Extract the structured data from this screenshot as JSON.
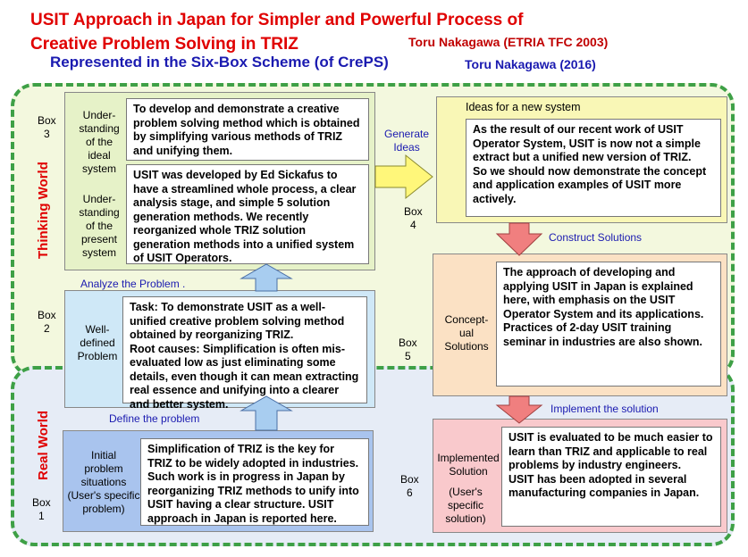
{
  "header": {
    "title_line1": "USIT Approach in Japan for Simpler and Powerful Process of",
    "title_line2": "Creative Problem Solving in TRIZ",
    "author_line1": "Toru Nakagawa (ETRIA TFC 2003)",
    "subtitle": "Represented in the Six-Box Scheme (of CrePS)",
    "author_line2": "Toru Nakagawa (2016)"
  },
  "worlds": {
    "thinking": "Thinking World",
    "real": "Real World"
  },
  "box3": {
    "label": "Box\n3",
    "ideal_side": "Under-\nstanding\nof the\nideal\nsystem",
    "ideal_text": "To develop and demonstrate a creative problem solving method which is obtained by simplifying various methods of TRIZ and unifying them.",
    "present_side": "Under-\nstanding\nof the\npresent\nsystem",
    "present_text": "USIT was developed by Ed Sickafus to have a streamlined whole process, a clear analysis stage, and simple 5 solution generation methods.  We recently reorganized whole TRIZ solution generation methods into a unified system of USIT Operators."
  },
  "box2": {
    "label": "Box\n2",
    "side": "Well-\ndefined\nProblem",
    "text": "Task: To demonstrate USIT as  a well-unified creative problem solving method obtained by reorganizing TRIZ.\nRoot causes: Simplification is often mis-evaluated low as just eliminating some details, even though it can mean extracting real essence and unifying into a clearer and better system."
  },
  "box1": {
    "label": "Box\n1",
    "side": "Initial\nproblem\nsituations\n(User's specific\nproblem)",
    "text": "Simplification of TRIZ is the key for TRIZ to be widely adopted in industries.\nSuch work is in progress in Japan by reorganizing TRIZ methods to unify into USIT having a clear structure.  USIT approach in Japan is reported here."
  },
  "box4": {
    "label": "Box\n4",
    "header": "Ideas for a new system",
    "text": "As the result of our recent work of USIT Operator System, USIT is now not a simple extract but a unified new version of TRIZ.\nSo we should now demonstrate the concept and application examples of USIT more actively."
  },
  "box5": {
    "label": "Box\n5",
    "side": "Concept-\nual\nSolutions",
    "text": "The approach of developing and applying USIT in Japan is explained here, with emphasis on the USIT Operator System and its applications.\nPractices of 2-day USIT training seminar in industries are also shown."
  },
  "box6": {
    "label": "Box\n6",
    "side": "Implemented\nSolution",
    "side2": "(User's\nspecific\nsolution)",
    "text": "USIT is evaluated to be much easier to learn than TRIZ and applicable to real problems by industry engineers.\nUSIT has been adopted in several manufacturing companies in Japan."
  },
  "steps": {
    "define": "Define the problem",
    "analyze": "Analyze the Problem .",
    "generate": "Generate\nIdeas",
    "construct": "Construct Solutions",
    "implement": "Implement  the solution"
  },
  "colors": {
    "thinking_zone": "#f3f8de",
    "real_zone": "#e6ecf6",
    "zone_border": "#3ea046",
    "box1": "#a9c4ee",
    "box2": "#cfe8f7",
    "box3": "#e6f2c8",
    "box4": "#f9f7b6",
    "box5": "#fbe1c4",
    "box6": "#f9c9cc",
    "arrow_up": "#a8cdf0",
    "arrow_right": "#fff77a",
    "arrow_down": "#f07f7f"
  }
}
